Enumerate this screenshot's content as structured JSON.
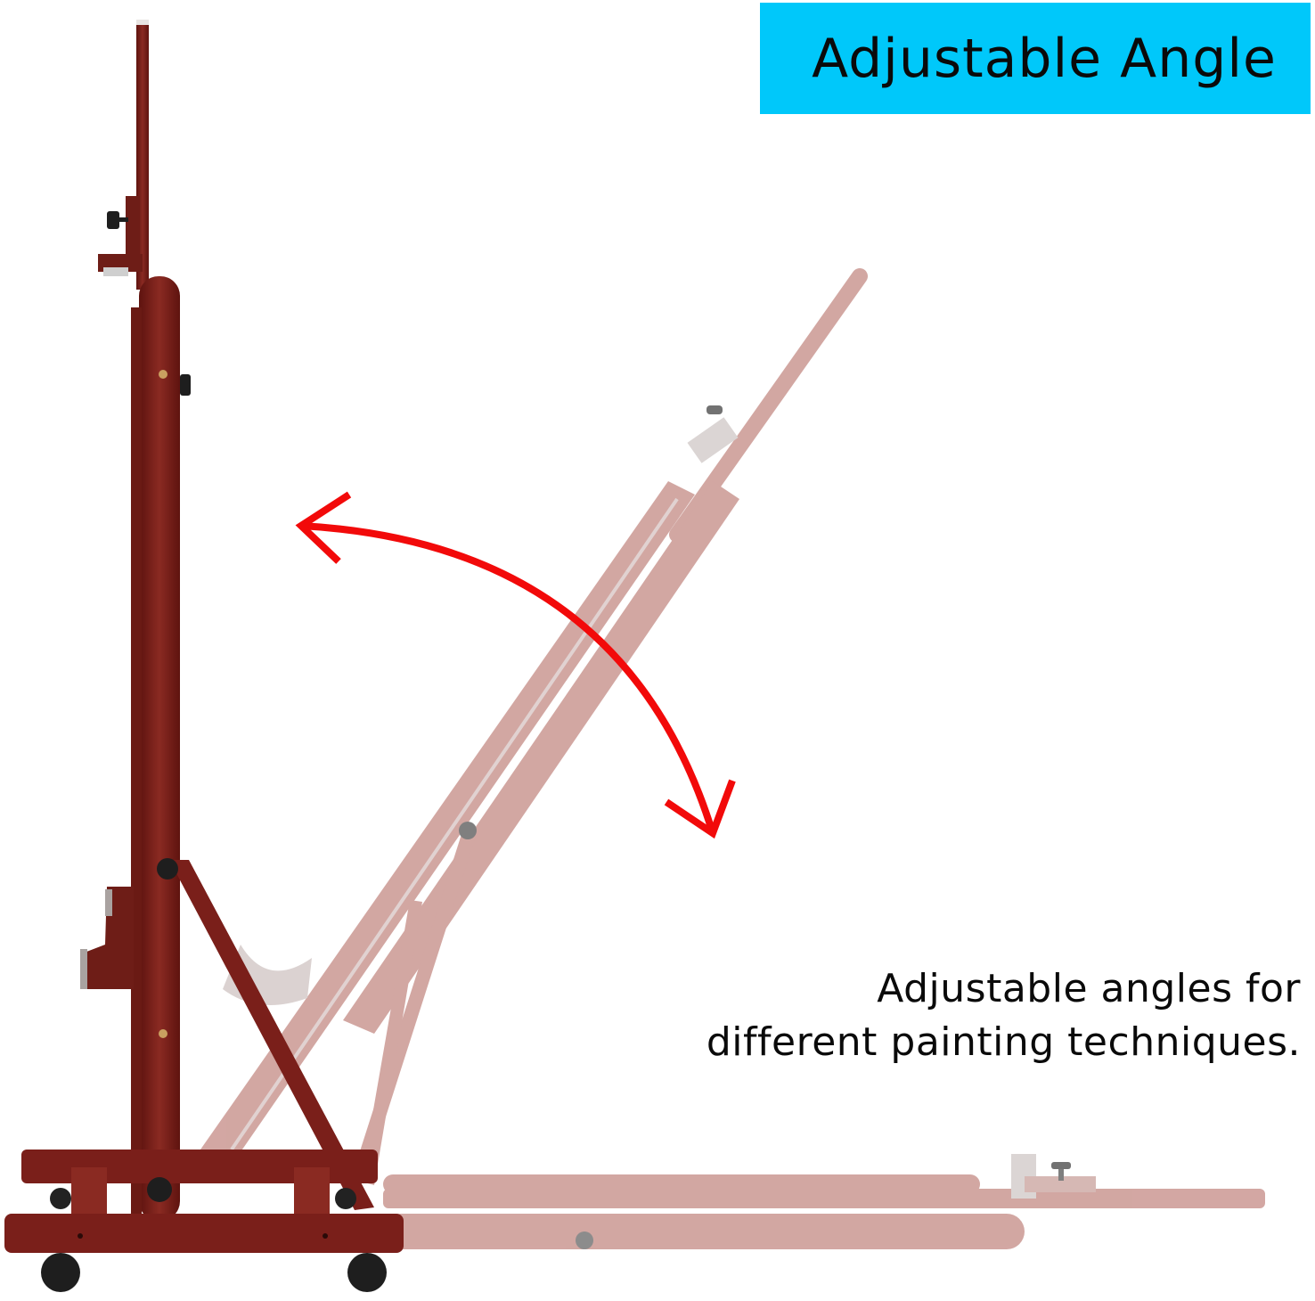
{
  "banner": {
    "title": "Adjustable Angle",
    "background_color": "#00C8FA",
    "text_color": "#0A0A0A"
  },
  "caption": {
    "line1": "Adjustable angles for",
    "line2": "different painting techniques."
  },
  "product": {
    "name": "wooden studio easel",
    "wood_color": "#7A1F1A",
    "ghost_wood_color": "#C9908A",
    "arrow_color": "#F20A0A",
    "positions": [
      "upright",
      "tilted",
      "flat"
    ]
  }
}
